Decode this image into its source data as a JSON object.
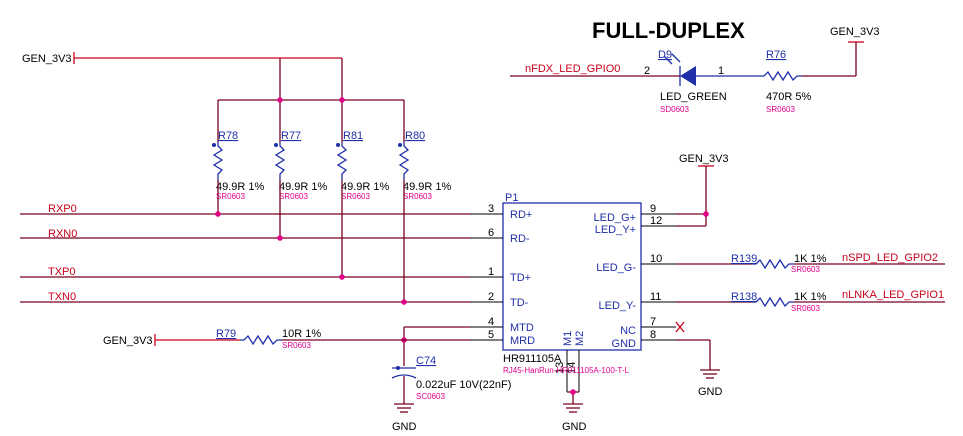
{
  "title": "FULL-DUPLEX",
  "colors": {
    "wire": "#7a0020",
    "net": "#c8001a",
    "component": "#1f2fa8",
    "footprint": "#e0008a"
  },
  "power": {
    "gen_left_top": "GEN_3V3",
    "gen_top_right": "GEN_3V3",
    "gen_mid": "GEN_3V3",
    "gen_left_bottom": "GEN_3V3",
    "gnd_c74": "GND",
    "gnd_m": "GND",
    "gnd_right": "GND"
  },
  "nets": {
    "rxp0": "RXP0",
    "rxn0": "RXN0",
    "txp0": "TXP0",
    "txn0": "TXN0",
    "nfdx": "nFDX_LED_GPIO0",
    "nspd": "nSPD_LED_GPIO2",
    "nlnka": "nLNKA_LED_GPIO1"
  },
  "resistors": {
    "r78": {
      "ref": "R78",
      "value": "49.9R 1%",
      "fp": "SR0603"
    },
    "r77": {
      "ref": "R77",
      "value": "49.9R 1%",
      "fp": "SR0603"
    },
    "r81": {
      "ref": "R81",
      "value": "49.9R 1%",
      "fp": "SR0603"
    },
    "r80": {
      "ref": "R80",
      "value": "49.9R 1%",
      "fp": "SR0603"
    },
    "r76": {
      "ref": "R76",
      "value": "470R 5%",
      "fp": "SR0603"
    },
    "r139": {
      "ref": "R139",
      "value": "1K 1%",
      "fp": "SR0603"
    },
    "r138": {
      "ref": "R138",
      "value": "1K 1%",
      "fp": "SR0603"
    },
    "r79": {
      "ref": "R79",
      "value": "10R 1%",
      "fp": "SR0603"
    }
  },
  "led": {
    "ref": "D9",
    "value": "LED_GREEN",
    "fp": "SD0603",
    "pin_a": "2",
    "pin_k": "1"
  },
  "cap": {
    "ref": "C74",
    "value": "0.022uF 10V(22nF)",
    "fp": "SC0603"
  },
  "ic": {
    "ref": "P1",
    "part": "HR911105A",
    "fp": "RJ45-HanRun-HR911105A-100-T-L",
    "pins": {
      "rdp": {
        "name": "RD+",
        "num": "3"
      },
      "rdn": {
        "name": "RD-",
        "num": "6"
      },
      "tdp": {
        "name": "TD+",
        "num": "1"
      },
      "tdn": {
        "name": "TD-",
        "num": "2"
      },
      "mtd": {
        "name": "MTD",
        "num": "4"
      },
      "mrd": {
        "name": "MRD",
        "num": "5"
      },
      "ledg": {
        "name": "LED_G+",
        "num": "9"
      },
      "ledy": {
        "name": "LED_Y+",
        "num": "12"
      },
      "ledgn": {
        "name": "LED_G-",
        "num": "10"
      },
      "ledyn": {
        "name": "LED_Y-",
        "num": "11"
      },
      "nc": {
        "name": "NC",
        "num": "7"
      },
      "gnd": {
        "name": "GND",
        "num": "8"
      },
      "m1": {
        "name": "M1",
        "num": "13"
      },
      "m2": {
        "name": "M2",
        "num": "14"
      }
    }
  }
}
